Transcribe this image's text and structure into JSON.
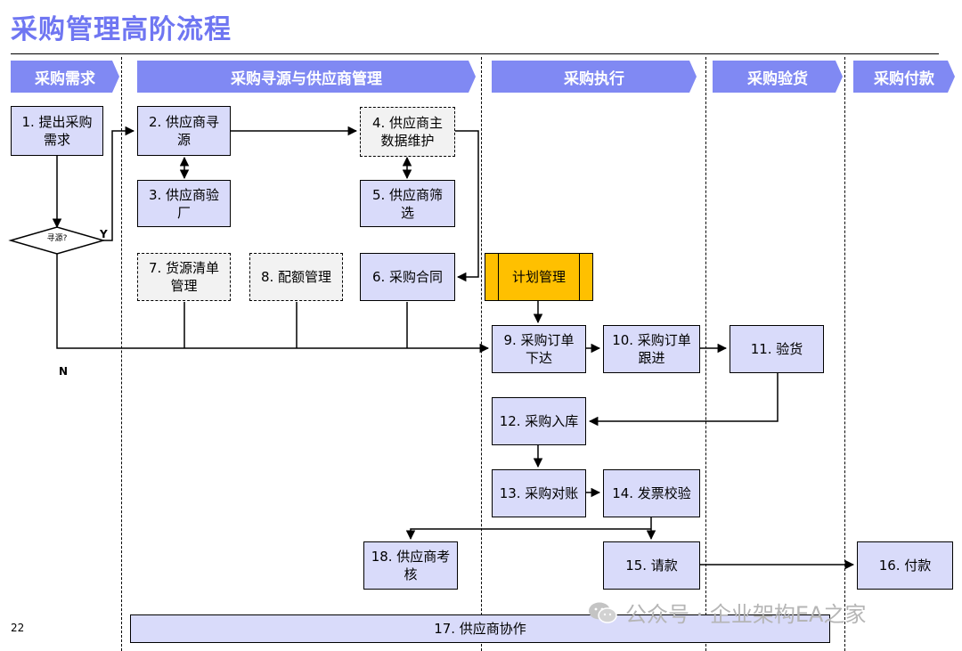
{
  "title": "采购管理高阶流程",
  "lanes": {
    "demand": "采购需求",
    "sourcing": "采购寻源与供应商管理",
    "execution": "采购执行",
    "inspection": "采购验货",
    "payment": "采购付款"
  },
  "nodes": {
    "n1": "1. 提出采购需求",
    "n2": "2. 供应商寻源",
    "n3": "3. 供应商验厂",
    "n4": "4. 供应商主数据维护",
    "n5": "5. 供应商筛选",
    "n6": "6. 采购合同",
    "n7": "7. 货源清单管理",
    "n8": "8. 配额管理",
    "plan": "计划管理",
    "n9": "9. 采购订单下达",
    "n10": "10. 采购订单跟进",
    "n11": "11. 验货",
    "n12": "12. 采购入库",
    "n13": "13. 采购对账",
    "n14": "14. 发票校验",
    "n15": "15. 请款",
    "n16": "16. 付款",
    "n17": "17. 供应商协作",
    "n18": "18. 供应商考核"
  },
  "decision": {
    "label": "寻源?",
    "yes": "Y",
    "no": "N"
  },
  "page_number": "22",
  "watermark": "公众号 · 企业架构EA之家",
  "colors": {
    "accent": "#8089f3",
    "box_fill": "#d9dbfa",
    "gold": "#ffc000",
    "title": "#6f76f2"
  }
}
